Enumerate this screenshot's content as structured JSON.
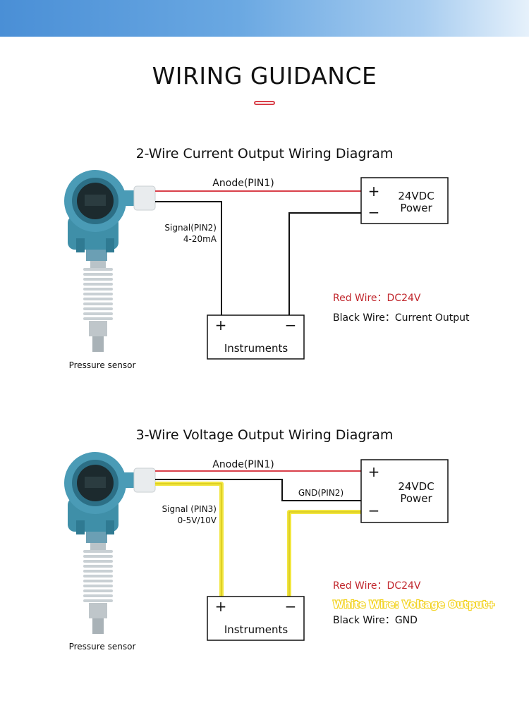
{
  "header": {
    "title": "WIRING GUIDANCE"
  },
  "sections": [
    {
      "title": "2-Wire Current Output Wiring Diagram",
      "sensor_label": "Pressure sensor",
      "anode_label": "Anode(PIN1)",
      "signal_label_1": "Signal(PIN2)",
      "signal_label_2": "4-20mA",
      "power_line_1": "24VDC",
      "power_line_2": "Power",
      "instruments_label": "Instruments",
      "plus": "+",
      "minus": "−",
      "legend": [
        {
          "label": "Red Wire：",
          "value": "DC24V",
          "color": "#c1272d"
        },
        {
          "label": "Black Wire：",
          "value": "Current Output",
          "color": "#111111"
        }
      ]
    },
    {
      "title": "3-Wire Voltage Output Wiring Diagram",
      "sensor_label": "Pressure sensor",
      "anode_label": "Anode(PIN1)",
      "gnd_label": "GND(PIN2)",
      "signal_label_1": "Signal (PIN3)",
      "signal_label_2": "0-5V/10V",
      "power_line_1": "24VDC",
      "power_line_2": "Power",
      "instruments_label": "Instruments",
      "plus": "+",
      "minus": "−",
      "legend": [
        {
          "label": "Red Wire：",
          "value": "DC24V",
          "color": "#c1272d"
        },
        {
          "label": "White Wire: ",
          "value": "Voltage Output+",
          "color": "#f2d11b"
        },
        {
          "label": "Black Wire：",
          "value": "GND",
          "color": "#111111"
        }
      ]
    }
  ],
  "colors": {
    "red_wire": "#d9404a",
    "black_wire": "#111111",
    "yellow_wire": "#f2e640",
    "sensor_body": "#3f8fa8",
    "banner": "#4a8fd6"
  }
}
